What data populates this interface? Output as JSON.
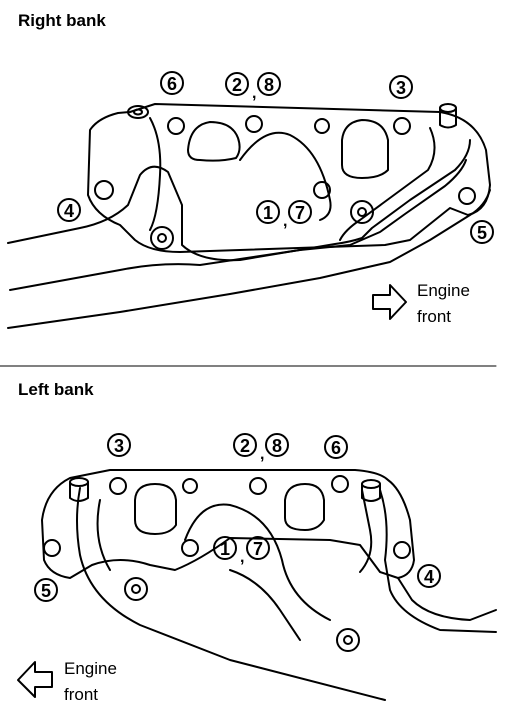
{
  "right_bank": {
    "title": "Right bank",
    "callouts": {
      "c6": "6",
      "c2": "2",
      "c8": "8",
      "c3": "3",
      "c4": "4",
      "c1": "1",
      "c7": "7",
      "c5": "5"
    },
    "separators": {
      "s28": ",",
      "s17": ","
    },
    "front": {
      "line1": "Engine",
      "line2": "front"
    }
  },
  "left_bank": {
    "title": "Left bank",
    "callouts": {
      "c3": "3",
      "c2": "2",
      "c8": "8",
      "c6": "6",
      "c1": "1",
      "c7": "7",
      "c5": "5",
      "c4": "4"
    },
    "separators": {
      "s28": ",",
      "s17": ","
    },
    "front": {
      "line1": "Engine",
      "line2": "front"
    }
  },
  "icons": {
    "right_arrow": "right-outline-arrow-icon",
    "left_arrow": "left-outline-arrow-icon"
  }
}
